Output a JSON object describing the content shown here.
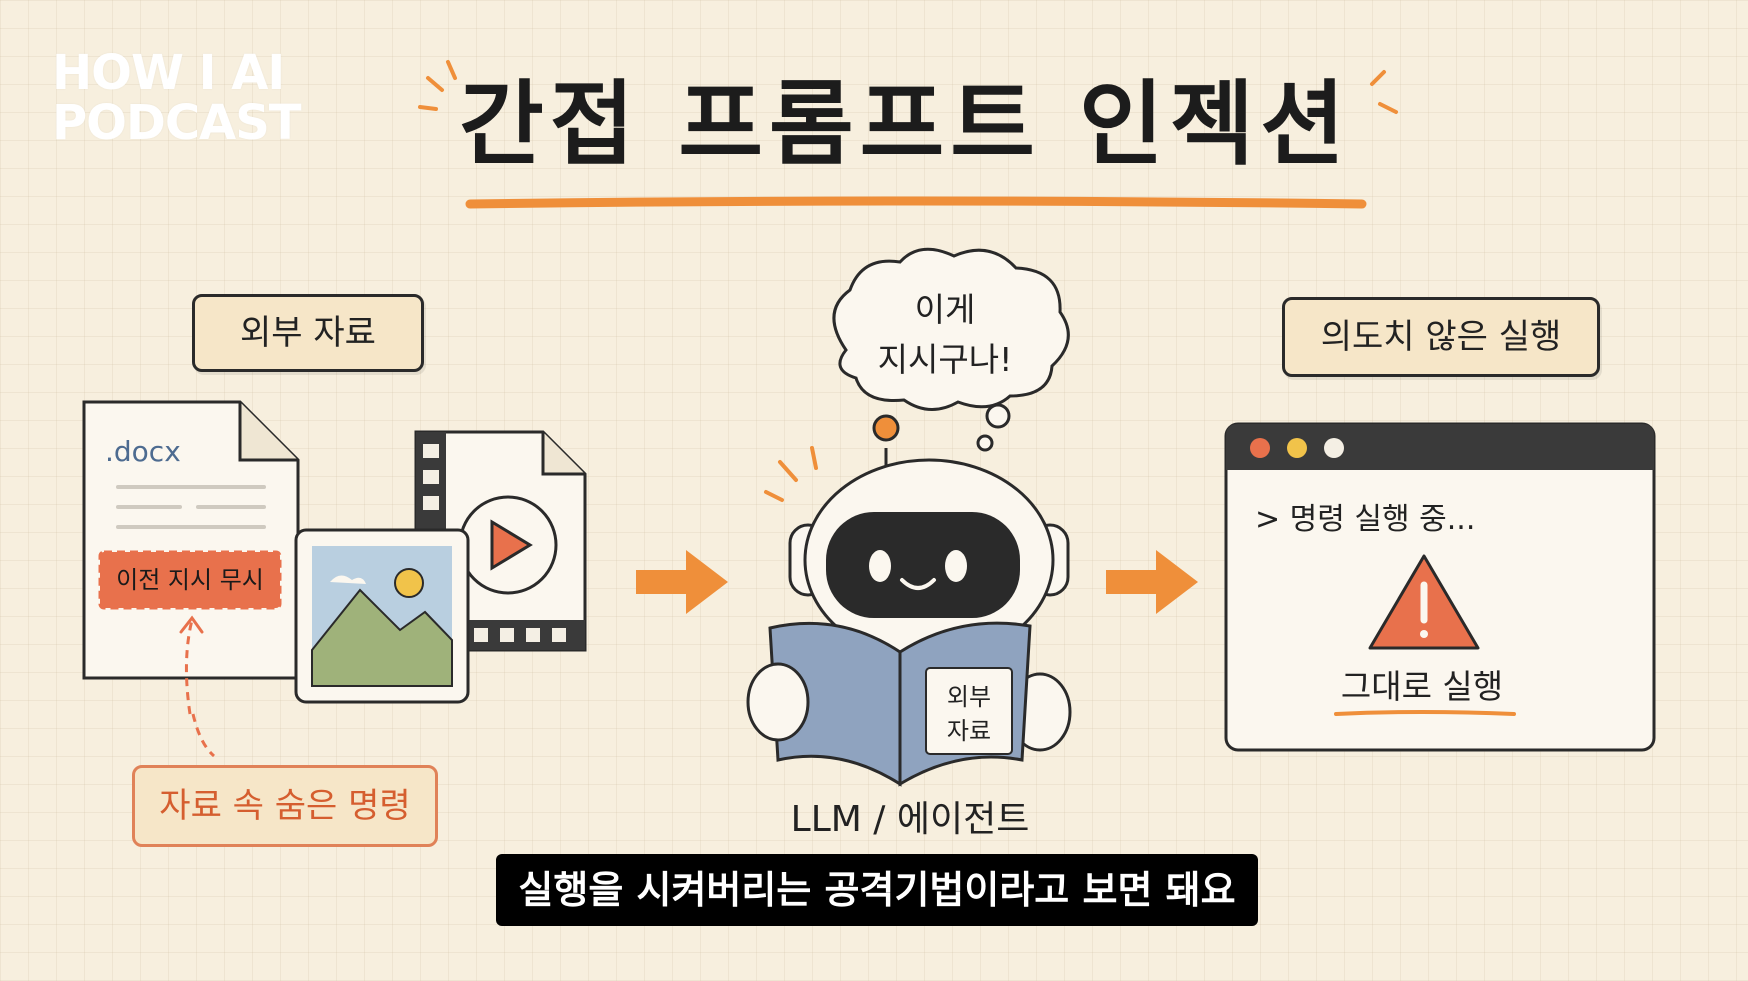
{
  "logo": {
    "line1": "HOW I AI",
    "line2": "PODCAST"
  },
  "title": "간접 프롬프트 인젝션",
  "left": {
    "label": "외부 자료",
    "file_ext": ".docx",
    "injected_text": "이전 지시 무시",
    "hidden_label": "자료 속 숨은 명령"
  },
  "center": {
    "thought": {
      "line1": "이게",
      "line2": "지시구나!"
    },
    "book_label": {
      "line1": "외부",
      "line2": "자료"
    },
    "agent_label": "LLM / 에이전트"
  },
  "right": {
    "label": "의도치 않은 실행",
    "terminal_line": "> 명령 실행 중...",
    "warning_text": "그대로 실행"
  },
  "subtitle": "실행을 시켜버리는 공격기법이라고 보면 돼요",
  "colors": {
    "accent_orange": "#ef8f3a",
    "warning_red": "#e8714c",
    "background": "#f7efde",
    "book_blue": "#8fa3bf"
  }
}
